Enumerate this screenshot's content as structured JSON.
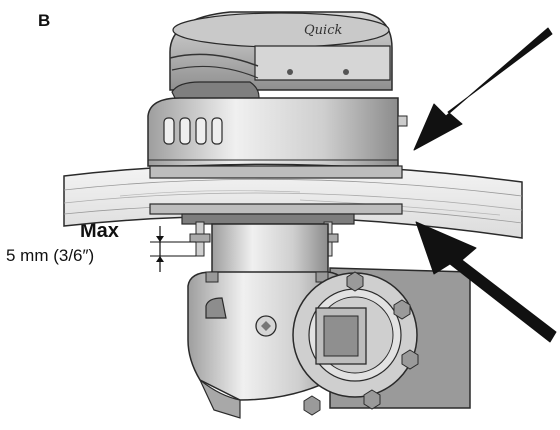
{
  "figure": {
    "label": "B",
    "brand": "Quick",
    "dimension": {
      "title": "Max",
      "value": "5 mm (3/6″)"
    }
  },
  "colors": {
    "metal_light": "#e6e6e6",
    "metal_mid": "#bdbdbd",
    "metal_dark": "#8a8a8a",
    "outline": "#2a2a2a",
    "arrow": "#111111",
    "bracket": "#9a9a9a"
  }
}
